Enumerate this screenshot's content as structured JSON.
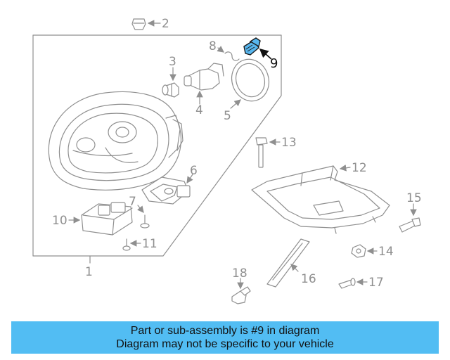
{
  "callouts": {
    "c1": "1",
    "c2": "2",
    "c3": "3",
    "c4": "4",
    "c5": "5",
    "c6": "6",
    "c7": "7",
    "c8": "8",
    "c9": "9",
    "c10": "10",
    "c11": "11",
    "c12": "12",
    "c13": "13",
    "c14": "14",
    "c15": "15",
    "c16": "16",
    "c17": "17",
    "c18": "18"
  },
  "highlight": {
    "part": "9",
    "color": "#58b6ee"
  },
  "banner": {
    "line1": "Part or sub-assembly is #9 in diagram",
    "line2": "Diagram may not be specific to your vehicle",
    "background": "#52bdf3"
  }
}
